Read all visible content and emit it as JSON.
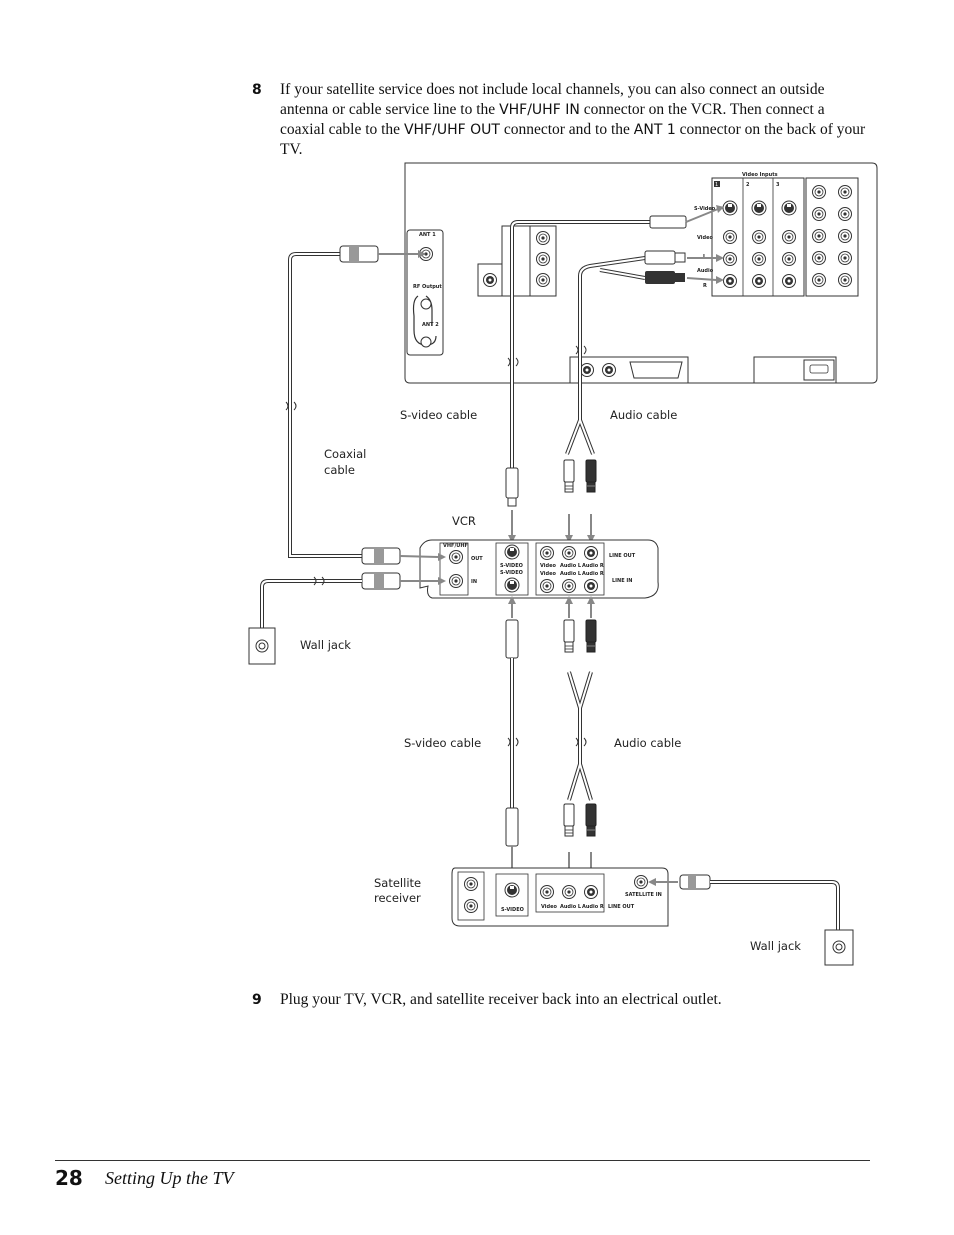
{
  "steps": [
    {
      "number": "8",
      "parts": [
        "If your satellite service does not include local channels, you can also connect an outside antenna or cable service line to the ",
        "VHF/UHF IN",
        " connector on the VCR. Then connect a coaxial cable to the ",
        "VHF/UHF OUT",
        " connector and to the ",
        "ANT 1",
        " connector on the back of your TV."
      ]
    },
    {
      "number": "9",
      "text": "Plug your TV, VCR, and satellite receiver back into an electrical outlet."
    }
  ],
  "diagram": {
    "labels": {
      "svideo_cable_top": "S-video cable",
      "audio_cable_top": "Audio cable",
      "coaxial_cable_1": "Coaxial",
      "coaxial_cable_2": "cable",
      "vcr": "VCR",
      "wall_jack_left": "Wall jack",
      "svideo_cable_bottom": "S-video cable",
      "audio_cable_bottom": "Audio cable",
      "satellite_receiver_1": "Satellite",
      "satellite_receiver_2": "receiver",
      "wall_jack_right": "Wall jack"
    },
    "tv_panel": {
      "video_inputs": "Video Inputs",
      "svideo": "S-Video",
      "video": "Video",
      "audio_l": "L",
      "audio": "Audio",
      "audio_r": "R",
      "input_1": "1",
      "input_2": "2",
      "input_3": "3",
      "ant1": "ANT 1",
      "rf_output": "RF Output",
      "ant2": "ANT 2"
    },
    "vcr_panel": {
      "vhf_uhf": "VHF/UHF",
      "out": "OUT",
      "in": "IN",
      "svideo": "S-VIDEO",
      "video": "Video",
      "audio_l": "Audio L",
      "audio_r": "Audio R",
      "line_out": "LINE OUT",
      "line_in": "LINE IN"
    },
    "sat_panel": {
      "svideo": "S-VIDEO",
      "video": "Video",
      "audio_l": "Audio L",
      "audio_r": "Audio R",
      "line_out": "LINE OUT",
      "satellite_in": "SATELLITE IN"
    }
  },
  "footer": {
    "page_number": "28",
    "section_title": "Setting Up the TV"
  }
}
